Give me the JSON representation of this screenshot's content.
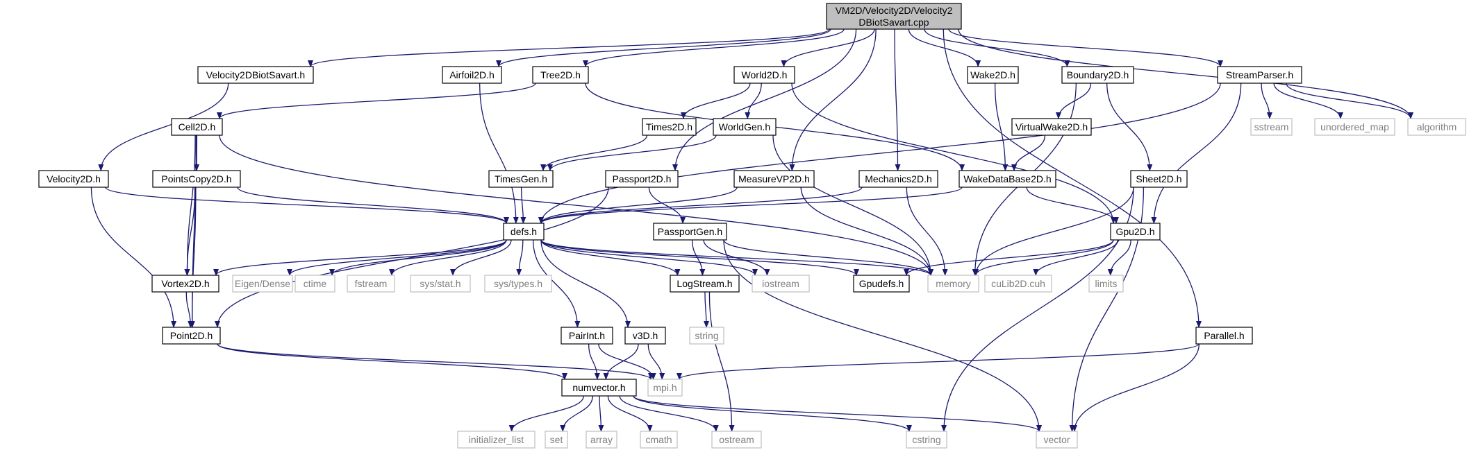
{
  "colors": {
    "edge": "#191970",
    "box_border": "#000000",
    "ext_border": "#bfbfbf",
    "root_fill": "#bfbfbf",
    "text": "#000000",
    "ext_text": "#7f7f7f"
  },
  "nodes": [
    {
      "id": "root",
      "kind": "root",
      "lines": [
        "VM2D/Velocity2D/Velocity2",
        "DBiotSavart.cpp"
      ]
    },
    {
      "id": "v2dbs",
      "kind": "box",
      "lines": [
        "Velocity2DBiotSavart.h"
      ]
    },
    {
      "id": "airfoil",
      "kind": "box",
      "lines": [
        "Airfoil2D.h"
      ]
    },
    {
      "id": "tree",
      "kind": "box",
      "lines": [
        "Tree2D.h"
      ]
    },
    {
      "id": "world",
      "kind": "box",
      "lines": [
        "World2D.h"
      ]
    },
    {
      "id": "wake",
      "kind": "box",
      "lines": [
        "Wake2D.h"
      ]
    },
    {
      "id": "boundary",
      "kind": "box",
      "lines": [
        "Boundary2D.h"
      ]
    },
    {
      "id": "streamparser",
      "kind": "box",
      "lines": [
        "StreamParser.h"
      ]
    },
    {
      "id": "cell",
      "kind": "box",
      "lines": [
        "Cell2D.h"
      ]
    },
    {
      "id": "times",
      "kind": "box",
      "lines": [
        "Times2D.h"
      ]
    },
    {
      "id": "worldgen",
      "kind": "box",
      "lines": [
        "WorldGen.h"
      ]
    },
    {
      "id": "virtualwake",
      "kind": "box",
      "lines": [
        "VirtualWake2D.h"
      ]
    },
    {
      "id": "sstream",
      "kind": "ext",
      "lines": [
        "sstream"
      ]
    },
    {
      "id": "unordered_map",
      "kind": "ext",
      "lines": [
        "unordered_map"
      ]
    },
    {
      "id": "algorithm",
      "kind": "ext",
      "lines": [
        "algorithm"
      ]
    },
    {
      "id": "velocity",
      "kind": "box",
      "lines": [
        "Velocity2D.h"
      ]
    },
    {
      "id": "pointscopy",
      "kind": "box",
      "lines": [
        "PointsCopy2D.h"
      ]
    },
    {
      "id": "timesgen",
      "kind": "box",
      "lines": [
        "TimesGen.h"
      ]
    },
    {
      "id": "passport",
      "kind": "box",
      "lines": [
        "Passport2D.h"
      ]
    },
    {
      "id": "measurevp",
      "kind": "box",
      "lines": [
        "MeasureVP2D.h"
      ]
    },
    {
      "id": "mechanics",
      "kind": "box",
      "lines": [
        "Mechanics2D.h"
      ]
    },
    {
      "id": "wakedb",
      "kind": "box",
      "lines": [
        "WakeDataBase2D.h"
      ]
    },
    {
      "id": "sheet",
      "kind": "box",
      "lines": [
        "Sheet2D.h"
      ]
    },
    {
      "id": "defs",
      "kind": "box",
      "lines": [
        "defs.h"
      ]
    },
    {
      "id": "passportgen",
      "kind": "box",
      "lines": [
        "PassportGen.h"
      ]
    },
    {
      "id": "gpu",
      "kind": "box",
      "lines": [
        "Gpu2D.h"
      ]
    },
    {
      "id": "vortex",
      "kind": "box",
      "lines": [
        "Vortex2D.h"
      ]
    },
    {
      "id": "eigen",
      "kind": "ext",
      "lines": [
        "Eigen/Dense"
      ]
    },
    {
      "id": "ctime",
      "kind": "ext",
      "lines": [
        "ctime"
      ]
    },
    {
      "id": "fstream",
      "kind": "ext",
      "lines": [
        "fstream"
      ]
    },
    {
      "id": "sysstat",
      "kind": "ext",
      "lines": [
        "sys/stat.h"
      ]
    },
    {
      "id": "systypes",
      "kind": "ext",
      "lines": [
        "sys/types.h"
      ]
    },
    {
      "id": "logstream",
      "kind": "box",
      "lines": [
        "LogStream.h"
      ]
    },
    {
      "id": "iostream",
      "kind": "ext",
      "lines": [
        "iostream"
      ]
    },
    {
      "id": "gpudefs",
      "kind": "box",
      "lines": [
        "Gpudefs.h"
      ]
    },
    {
      "id": "memory",
      "kind": "ext",
      "lines": [
        "memory"
      ]
    },
    {
      "id": "culib",
      "kind": "ext",
      "lines": [
        "cuLib2D.cuh"
      ]
    },
    {
      "id": "limits",
      "kind": "ext",
      "lines": [
        "limits"
      ]
    },
    {
      "id": "point",
      "kind": "box",
      "lines": [
        "Point2D.h"
      ]
    },
    {
      "id": "string",
      "kind": "ext",
      "lines": [
        "string"
      ]
    },
    {
      "id": "pairint",
      "kind": "box",
      "lines": [
        "PairInt.h"
      ]
    },
    {
      "id": "v3d",
      "kind": "box",
      "lines": [
        "v3D.h"
      ]
    },
    {
      "id": "parallel",
      "kind": "box",
      "lines": [
        "Parallel.h"
      ]
    },
    {
      "id": "mpi",
      "kind": "ext",
      "lines": [
        "mpi.h"
      ]
    },
    {
      "id": "numvector",
      "kind": "box",
      "lines": [
        "numvector.h"
      ]
    },
    {
      "id": "initlist",
      "kind": "ext",
      "lines": [
        "initializer_list"
      ]
    },
    {
      "id": "set",
      "kind": "ext",
      "lines": [
        "set"
      ]
    },
    {
      "id": "array",
      "kind": "ext",
      "lines": [
        "array"
      ]
    },
    {
      "id": "cmath",
      "kind": "ext",
      "lines": [
        "cmath"
      ]
    },
    {
      "id": "ostream",
      "kind": "ext",
      "lines": [
        "ostream"
      ]
    },
    {
      "id": "cstring",
      "kind": "ext",
      "lines": [
        "cstring"
      ]
    },
    {
      "id": "vector",
      "kind": "ext",
      "lines": [
        "vector"
      ]
    }
  ],
  "edges": [
    [
      "root",
      "v2dbs"
    ],
    [
      "root",
      "airfoil"
    ],
    [
      "root",
      "tree"
    ],
    [
      "root",
      "world"
    ],
    [
      "root",
      "wake"
    ],
    [
      "root",
      "boundary"
    ],
    [
      "root",
      "streamparser"
    ],
    [
      "root",
      "algorithm"
    ],
    [
      "root",
      "passport"
    ],
    [
      "root",
      "measurevp"
    ],
    [
      "root",
      "mechanics"
    ],
    [
      "root",
      "parallel"
    ],
    [
      "v2dbs",
      "velocity"
    ],
    [
      "airfoil",
      "defs"
    ],
    [
      "tree",
      "cell"
    ],
    [
      "tree",
      "wakedb"
    ],
    [
      "world",
      "times"
    ],
    [
      "world",
      "worldgen"
    ],
    [
      "world",
      "gpu"
    ],
    [
      "wake",
      "wakedb"
    ],
    [
      "boundary",
      "virtualwake"
    ],
    [
      "boundary",
      "memory"
    ],
    [
      "boundary",
      "sheet"
    ],
    [
      "streamparser",
      "defs"
    ],
    [
      "streamparser",
      "gpu"
    ],
    [
      "streamparser",
      "sstream"
    ],
    [
      "streamparser",
      "unordered_map"
    ],
    [
      "streamparser",
      "algorithm"
    ],
    [
      "cell",
      "pointscopy"
    ],
    [
      "cell",
      "vortex"
    ],
    [
      "cell",
      "point"
    ],
    [
      "cell",
      "memory"
    ],
    [
      "times",
      "timesgen"
    ],
    [
      "worldgen",
      "timesgen"
    ],
    [
      "worldgen",
      "memory"
    ],
    [
      "virtualwake",
      "wakedb"
    ],
    [
      "velocity",
      "defs"
    ],
    [
      "velocity",
      "point"
    ],
    [
      "pointscopy",
      "defs"
    ],
    [
      "pointscopy",
      "vortex"
    ],
    [
      "pointscopy",
      "point"
    ],
    [
      "timesgen",
      "defs"
    ],
    [
      "passport",
      "passportgen"
    ],
    [
      "passport",
      "point"
    ],
    [
      "measurevp",
      "defs"
    ],
    [
      "measurevp",
      "memory"
    ],
    [
      "mechanics",
      "defs"
    ],
    [
      "mechanics",
      "memory"
    ],
    [
      "wakedb",
      "defs"
    ],
    [
      "wakedb",
      "gpu"
    ],
    [
      "sheet",
      "memory"
    ],
    [
      "sheet",
      "cstring"
    ],
    [
      "sheet",
      "vector"
    ],
    [
      "gpu",
      "gpudefs"
    ],
    [
      "gpu",
      "memory"
    ],
    [
      "gpu",
      "culib"
    ],
    [
      "gpu",
      "limits"
    ],
    [
      "passportgen",
      "logstream"
    ],
    [
      "passportgen",
      "iostream"
    ],
    [
      "passportgen",
      "memory"
    ],
    [
      "passportgen",
      "vector"
    ],
    [
      "defs",
      "vortex"
    ],
    [
      "defs",
      "eigen"
    ],
    [
      "defs",
      "ctime"
    ],
    [
      "defs",
      "fstream"
    ],
    [
      "defs",
      "sysstat"
    ],
    [
      "defs",
      "systypes"
    ],
    [
      "defs",
      "logstream"
    ],
    [
      "defs",
      "iostream"
    ],
    [
      "defs",
      "gpudefs"
    ],
    [
      "defs",
      "memory"
    ],
    [
      "defs",
      "pairint"
    ],
    [
      "defs",
      "v3d"
    ],
    [
      "vortex",
      "point"
    ],
    [
      "logstream",
      "string"
    ],
    [
      "logstream",
      "ostream"
    ],
    [
      "point",
      "numvector"
    ],
    [
      "point",
      "mpi"
    ],
    [
      "pairint",
      "numvector"
    ],
    [
      "pairint",
      "mpi"
    ],
    [
      "v3d",
      "numvector"
    ],
    [
      "v3d",
      "mpi"
    ],
    [
      "parallel",
      "mpi"
    ],
    [
      "parallel",
      "vector"
    ],
    [
      "numvector",
      "initlist"
    ],
    [
      "numvector",
      "set"
    ],
    [
      "numvector",
      "array"
    ],
    [
      "numvector",
      "cmath"
    ],
    [
      "numvector",
      "ostream"
    ],
    [
      "numvector",
      "cstring"
    ],
    [
      "numvector",
      "vector"
    ]
  ]
}
